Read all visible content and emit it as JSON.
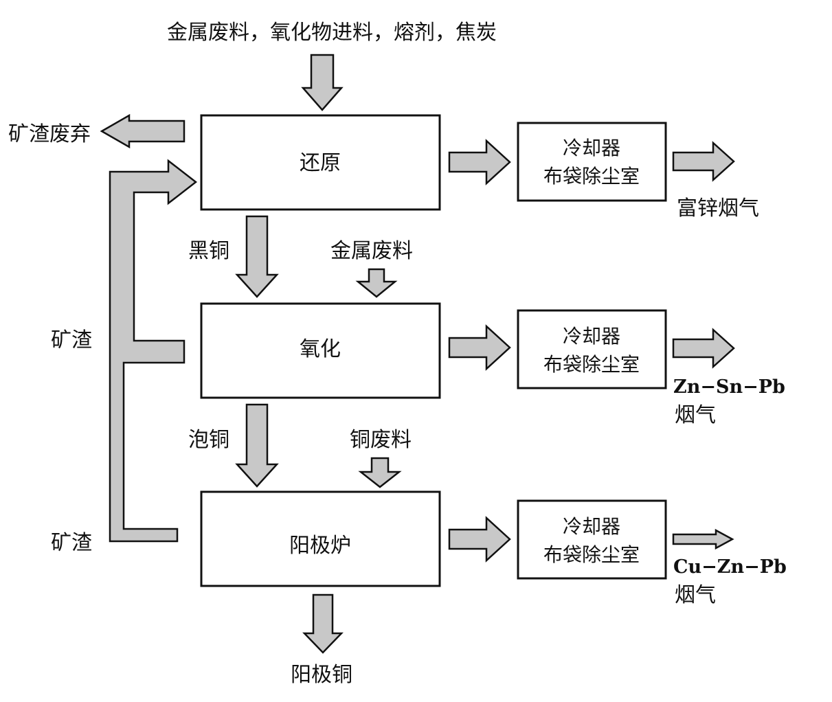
{
  "colors": {
    "arrow_fill": "#c8c8c8",
    "stroke": "#111111",
    "background": "#ffffff"
  },
  "inputs": {
    "top": "金属废料，氧化物进料，熔剂，焦炭",
    "scrap": "金属废料",
    "copper_scrap": "铜废料"
  },
  "stages": {
    "reduction": "还原",
    "oxidation": "氧化",
    "anode_furnace": "阳极炉"
  },
  "units": {
    "cooler_line1": "冷却器",
    "cooler_line2": "布袋除尘室"
  },
  "flows": {
    "slag_discard": "矿渣废弃",
    "slag": "矿渣",
    "black_copper": "黑铜",
    "blister_copper": "泡铜",
    "anode_copper": "阳极铜"
  },
  "fumes": {
    "zinc_rich": "富锌烟气",
    "zn_sn_pb_1": "Zn−Sn−Pb",
    "zn_sn_pb_2": "烟气",
    "cu_zn_pb_1": "Cu−Zn−Pb",
    "cu_zn_pb_2": "烟气"
  }
}
